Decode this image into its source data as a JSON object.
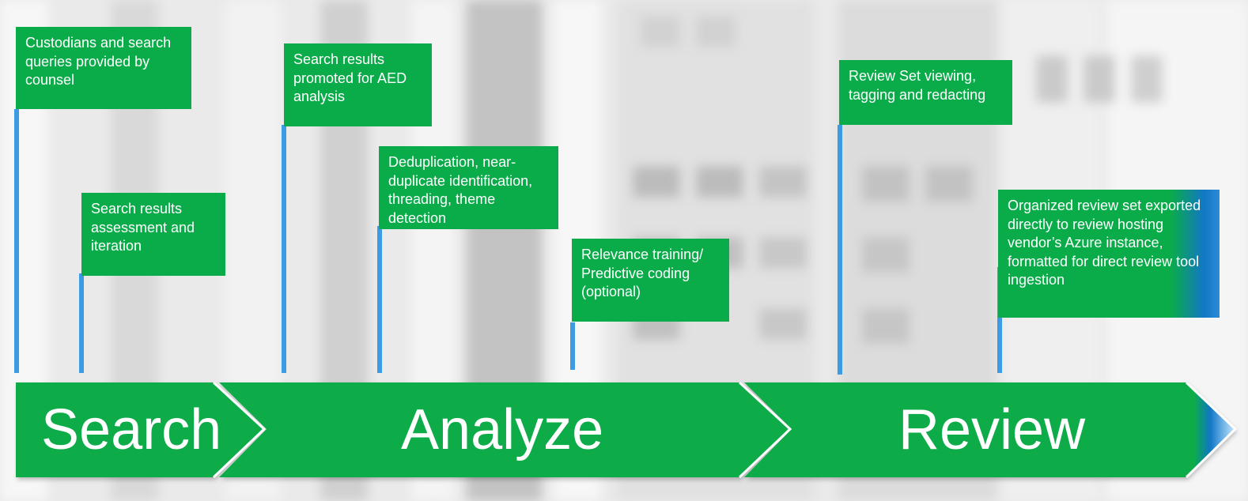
{
  "colors": {
    "green": "#0aac4a",
    "pole_blue": "#3d9be3",
    "fade_blue": "#1277c5",
    "light_blue": "#cfe7f7"
  },
  "flags": [
    "Custodians and search queries provided by counsel",
    "Search results assessment and iteration",
    "Search results promoted for AED analysis",
    "Deduplication, near-duplicate identification, threading, theme detection",
    "Relevance training/ Predictive coding (optional)",
    "Review Set viewing, tagging and redacting",
    "Organized review set exported directly to review hosting vendor’s Azure instance, formatted for direct review tool ingestion"
  ],
  "phases": [
    "Search",
    "Analyze",
    "Review"
  ]
}
